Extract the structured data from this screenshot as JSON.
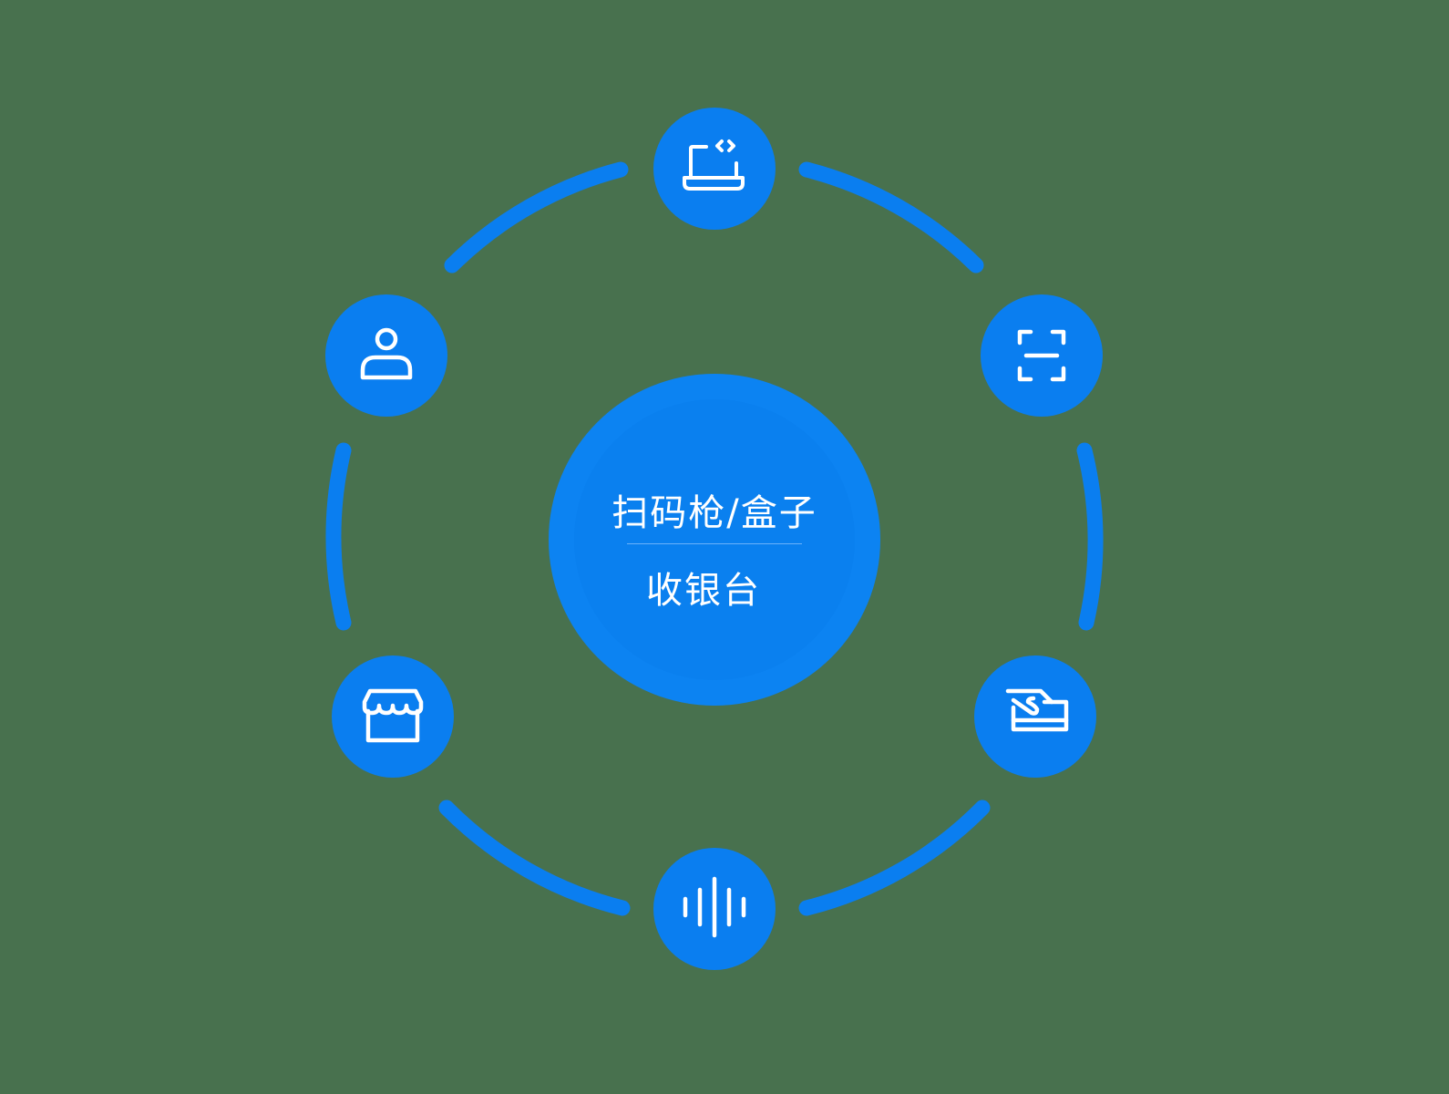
{
  "diagram": {
    "type": "hub-and-ring",
    "center": {
      "title": "扫码枪/盒子",
      "subtitle": "收银台"
    },
    "nodes": [
      {
        "position": "top",
        "icon": "laptop-code-icon"
      },
      {
        "position": "upper-right",
        "icon": "scan-icon"
      },
      {
        "position": "lower-right",
        "icon": "card-payment-icon"
      },
      {
        "position": "bottom",
        "icon": "sound-wave-icon"
      },
      {
        "position": "lower-left",
        "icon": "store-icon"
      },
      {
        "position": "upper-left",
        "icon": "user-icon"
      }
    ],
    "colors": {
      "background": "#48714e",
      "accent": "#0a7ef0",
      "icon_stroke": "#ffffff"
    }
  }
}
